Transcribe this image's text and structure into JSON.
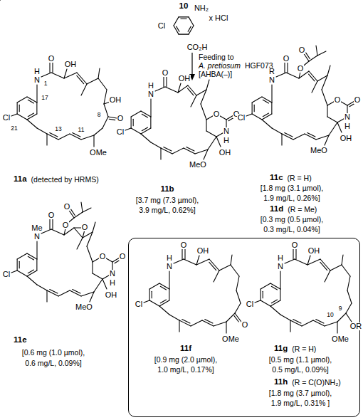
{
  "diagram": {
    "nodes": [
      {
        "text": [
          "11f",
          "[0.9 mg (2.0 µmol),",
          "1.0 mg/L, 0.17%]",
          "11g",
          "(R = H)",
          "[0.5 mg (1.1 µmol),",
          "0.5 mg/L, 0.09%]",
          "11h",
          "(R = C(O)NH₂)",
          "[1.8 mg (3.7 µmol),",
          "1.9 mg/L, 0.31% ]"
        ]
      }
    ],
    "labels": [
      "10",
      "Cl",
      "NH₂",
      "x HCl",
      "CO₂H",
      "Feeding to",
      "A. pretiosum",
      "HGF073",
      "[AHBA(–)]",
      "Cl",
      "H",
      "N",
      "1",
      "O",
      "OH",
      "OH",
      "8",
      "O",
      "OMe",
      "13",
      "11",
      "21",
      "17",
      "11a",
      "(detected by HRMS)",
      "Cl",
      "H",
      "N",
      "O",
      "OH",
      "O",
      "O",
      "N",
      "H",
      "OH",
      "MeO",
      "11b",
      "[3.7 mg (7.3 µmol),",
      "3.9 mg/L, 0.62%]",
      "Cl",
      "R",
      "N",
      "O",
      "O",
      "O",
      "O",
      "O",
      "N",
      "H",
      "OH",
      "MeO",
      "11c",
      "(R = H)",
      "[1.8 mg (3.1 µmol),",
      "1.9 mg/L, 0.26%]",
      "11d",
      "(R = Me)",
      "[0.3 mg (0.5 µmol),",
      "0.3 mg/L, 0.04%]",
      "Cl",
      "Me",
      "N",
      "O",
      "O",
      "O",
      "O",
      "O",
      "O",
      "N",
      "H",
      "OH",
      "MeO",
      "11e",
      "[0.6 mg (1.0 µmol),",
      "0.6 mg/L, 0.09%]",
      "Cl",
      "H",
      "N",
      "O",
      "OH",
      "O",
      "OMe",
      "Cl",
      "H",
      "N",
      "O",
      "OH",
      "OR",
      "OMe",
      "10",
      "9"
    ]
  }
}
